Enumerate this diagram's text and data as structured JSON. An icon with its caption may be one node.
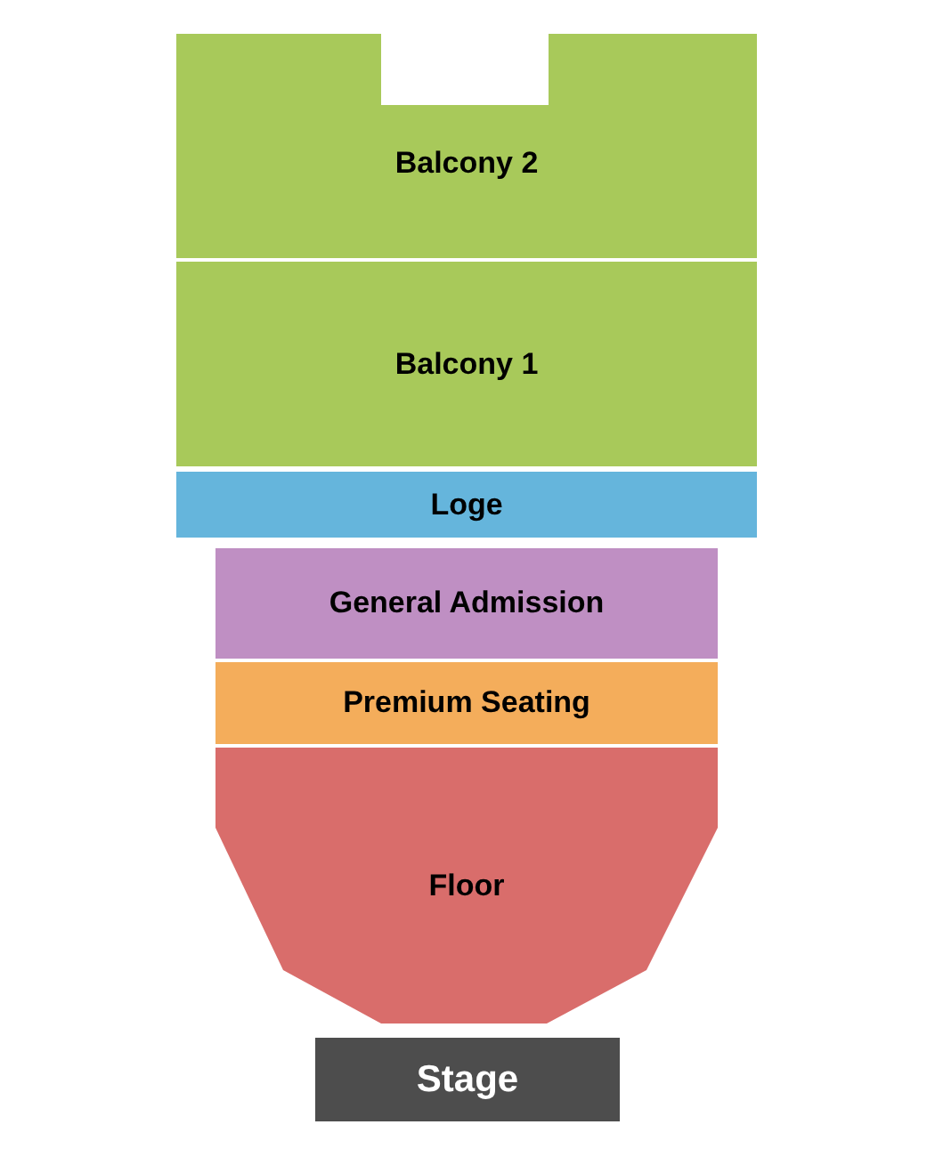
{
  "diagram": {
    "nodes": [
      {
        "text": [
          "Balcony 2"
        ]
      },
      {
        "text": [
          "Balcony 1"
        ]
      },
      {
        "text": [
          "Loge"
        ]
      },
      {
        "text": [
          "General Admission"
        ]
      },
      {
        "text": [
          "Premium Seating"
        ]
      },
      {
        "text": [
          "Floor"
        ]
      },
      {
        "text": [
          "Stage"
        ]
      }
    ]
  }
}
